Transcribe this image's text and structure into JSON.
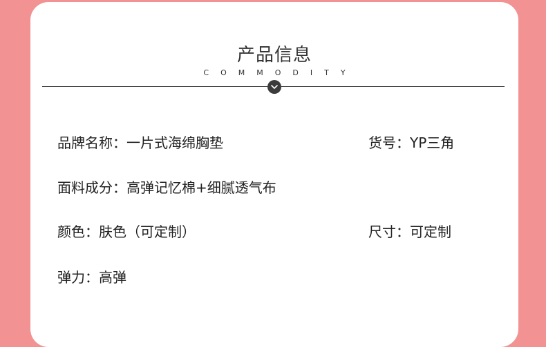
{
  "header": {
    "title": "产品信息",
    "subtitle": "COMMODITY"
  },
  "info": {
    "brand": "品牌名称：一片式海绵胸垫",
    "item_no": "货号：YP三角",
    "material": "面料成分：高弹记忆棉+细腻透气布",
    "color": "颜色：肤色（可定制）",
    "size": "尺寸：可定制",
    "elasticity": "弹力：高弹"
  },
  "colors": {
    "background": "#f29293",
    "card": "#ffffff",
    "text": "#222222",
    "accent_dark": "#3c3c3c"
  },
  "icons": {
    "divider_badge": "chevron-down-icon"
  }
}
